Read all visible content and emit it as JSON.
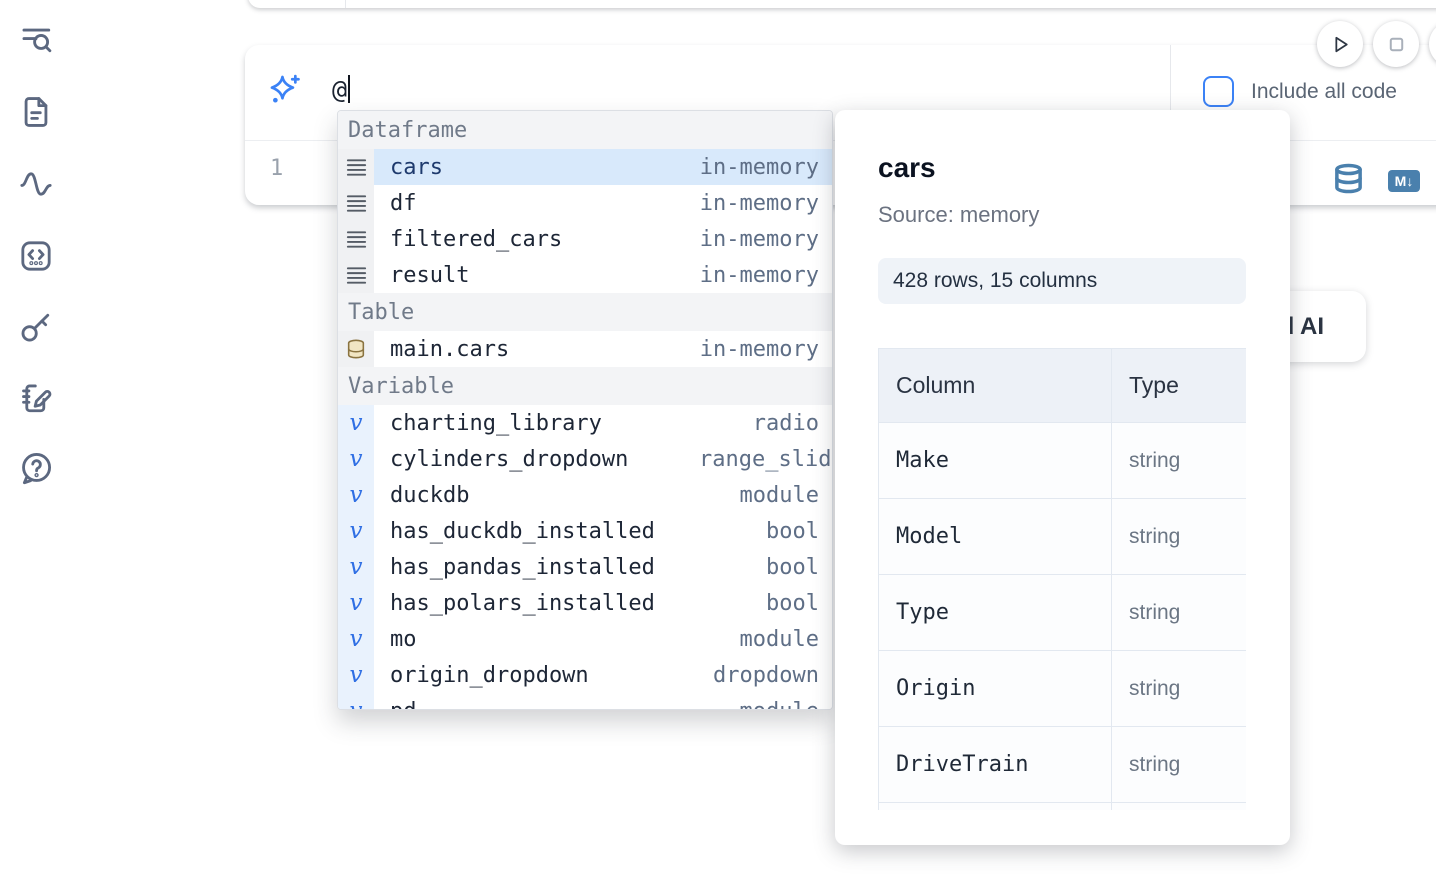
{
  "colors": {
    "accent_blue": "#3b82f6",
    "steel_blue": "#4a80ad",
    "selection_blue": "#d8e9fb",
    "amber_table_icon": "#8a7340",
    "variable_blue": "#2f6fe4"
  },
  "sidebar": {
    "icons": [
      {
        "name": "toc-search-icon"
      },
      {
        "name": "document-icon"
      },
      {
        "name": "activity-icon"
      },
      {
        "name": "code-snippets-icon"
      },
      {
        "name": "key-icon"
      },
      {
        "name": "scratchpad-icon"
      },
      {
        "name": "help-icon"
      }
    ]
  },
  "prompt": {
    "value": "@"
  },
  "toolbar": {
    "include_all_code_label": "Include all code"
  },
  "editor": {
    "line_number": "1"
  },
  "ai_button": {
    "visible_label": "d AI"
  },
  "autocomplete": {
    "rows": [
      {
        "row": "header",
        "label": "Dataframe"
      },
      {
        "row": "item",
        "kind": "dataframe",
        "name": "cars",
        "detail": "in-memory",
        "selected": true
      },
      {
        "row": "item",
        "kind": "dataframe",
        "name": "df",
        "detail": "in-memory"
      },
      {
        "row": "item",
        "kind": "dataframe",
        "name": "filtered_cars",
        "detail": "in-memory"
      },
      {
        "row": "item",
        "kind": "dataframe",
        "name": "result",
        "detail": "in-memory"
      },
      {
        "row": "header",
        "label": "Table"
      },
      {
        "row": "item",
        "kind": "table",
        "name": "main.cars",
        "detail": "in-memory"
      },
      {
        "row": "header",
        "label": "Variable"
      },
      {
        "row": "item",
        "kind": "variable",
        "name": "charting_library",
        "detail": "radio"
      },
      {
        "row": "item",
        "kind": "variable",
        "name": "cylinders_dropdown",
        "detail": "range_slider",
        "long": true
      },
      {
        "row": "item",
        "kind": "variable",
        "name": "duckdb",
        "detail": "module"
      },
      {
        "row": "item",
        "kind": "variable",
        "name": "has_duckdb_installed",
        "detail": "bool"
      },
      {
        "row": "item",
        "kind": "variable",
        "name": "has_pandas_installed",
        "detail": "bool"
      },
      {
        "row": "item",
        "kind": "variable",
        "name": "has_polars_installed",
        "detail": "bool"
      },
      {
        "row": "item",
        "kind": "variable",
        "name": "mo",
        "detail": "module"
      },
      {
        "row": "item",
        "kind": "variable",
        "name": "origin_dropdown",
        "detail": "dropdown"
      },
      {
        "row": "item",
        "kind": "variable",
        "name": "pd",
        "detail": "module"
      }
    ]
  },
  "preview": {
    "title": "cars",
    "source": "Source: memory",
    "shape": "428 rows, 15 columns",
    "table": {
      "header_column": "Column",
      "header_type": "Type",
      "rows": [
        {
          "column": "Make",
          "type": "string"
        },
        {
          "column": "Model",
          "type": "string"
        },
        {
          "column": "Type",
          "type": "string"
        },
        {
          "column": "Origin",
          "type": "string"
        },
        {
          "column": "DriveTrain",
          "type": "string"
        }
      ]
    }
  }
}
